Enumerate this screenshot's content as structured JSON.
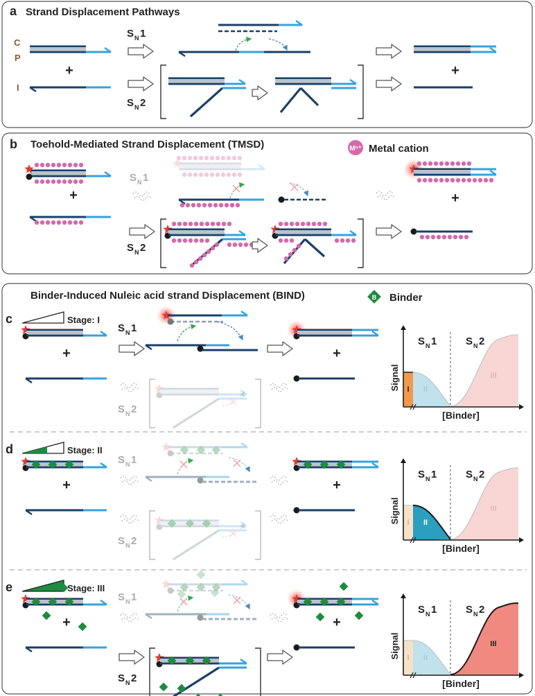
{
  "panel_a": {
    "letter": "a",
    "title": "Strand Displacement Pathways",
    "label_c": "C",
    "label_p": "P",
    "label_i": "I",
    "plus": "+"
  },
  "panel_b": {
    "letter": "b",
    "title": "Toehold-Mediated Strand Displacement (TMSD)",
    "cation_symbol": "Mⁿ⁺",
    "cation_label": "Metal cation",
    "plus": "+"
  },
  "bind_section": {
    "title": "Binder-Induced Nuleic acid strand Displacement (BIND)",
    "binder_symbol": "B",
    "binder_label": "Binder"
  },
  "panel_c": {
    "letter": "c",
    "stage": "Stage: I",
    "plus": "+"
  },
  "panel_d": {
    "letter": "d",
    "stage": "Stage: II",
    "plus": "+"
  },
  "panel_e": {
    "letter": "e",
    "stage": "Stage: III",
    "plus": "+"
  },
  "pathways": {
    "sn": "S",
    "sub": "N",
    "one": "1",
    "two": "2"
  },
  "graph": {
    "ylabel": "Signal",
    "xlabel": "[Binder]",
    "region_i": "I",
    "region_ii": "II",
    "region_iii": "III"
  },
  "colors": {
    "dark_strand": "#1b3f66",
    "light_strand": "#34a3dd",
    "grey_strand": "#9fb0c2",
    "cation": "#d46aa9",
    "binder": "#1e8b3f",
    "fluor": "#e23c32",
    "text_brown": "#8a5a2b",
    "sn1_fill": "#bfe2ec",
    "sn1_fill_dark": "#2a9fc0",
    "sn2_fill": "#f7d6d3",
    "sn2_fill_dark": "#f08a80",
    "stage1_fill": "#ef9a4b"
  }
}
